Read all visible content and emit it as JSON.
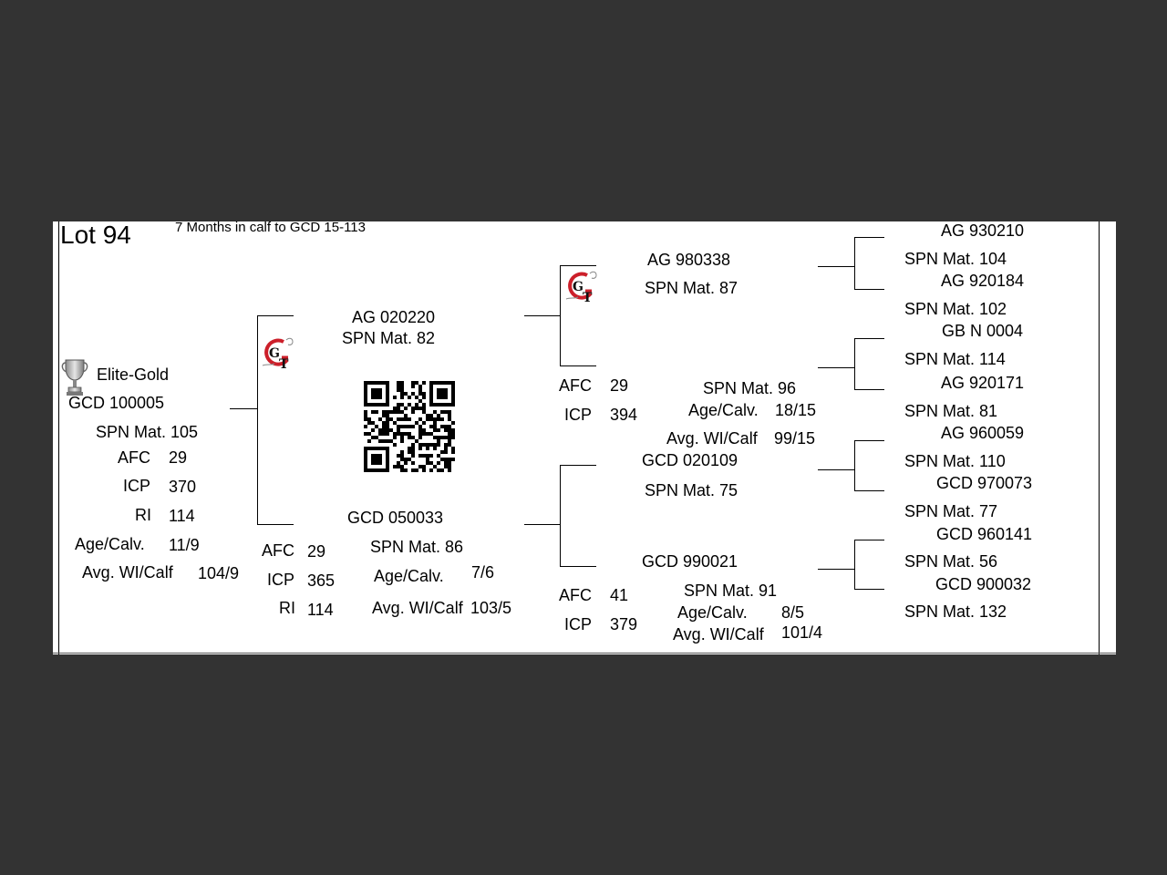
{
  "header": {
    "lot": "Lot 94",
    "note": "7 Months in calf to GCD 15-113"
  },
  "subject": {
    "badge": "Elite-Gold",
    "id": "GCD 100005",
    "spn": "SPN Mat. 105",
    "afc_label": "AFC",
    "afc": "29",
    "icp_label": "ICP",
    "icp": "370",
    "ri_label": "RI",
    "ri": "114",
    "agecalv_label": "Age/Calv.",
    "agecalv": "11/9",
    "avgwi_label": "Avg. WI/Calf",
    "avgwi": "104/9"
  },
  "sire": {
    "id": "AG  020220",
    "spn": "SPN Mat. 82"
  },
  "dam": {
    "id": "GCD 050033",
    "afc_label": "AFC",
    "afc": "29",
    "icp_label": "ICP",
    "icp": "365",
    "ri_label": "RI",
    "ri": "114",
    "spn": "SPN Mat. 86",
    "agecalv_label": "Age/Calv.",
    "agecalv": "7/6",
    "avgwi_label": "Avg. WI/Calf",
    "avgwi": "103/5"
  },
  "sire_sire": {
    "id": "AG  980338",
    "spn": "SPN Mat. 87"
  },
  "sire_dam": {
    "afc_label": "AFC",
    "afc": "29",
    "icp_label": "ICP",
    "icp": "394",
    "spn": "SPN Mat. 96",
    "agecalv_label": "Age/Calv.",
    "agecalv": "18/15",
    "avgwi_label": "Avg. WI/Calf",
    "avgwi": "99/15"
  },
  "dam_sire": {
    "id": "GCD 020109",
    "spn": "SPN Mat. 75"
  },
  "dam_dam": {
    "id": "GCD 990021",
    "afc_label": "AFC",
    "afc": "41",
    "icp_label": "ICP",
    "icp": "379",
    "spn": "SPN Mat. 91",
    "agecalv_label": "Age/Calv.",
    "agecalv": "8/5",
    "avgwi_label": "Avg. WI/Calf",
    "avgwi": "101/4"
  },
  "gen3": [
    {
      "id": "AG  930210",
      "spn": "SPN Mat. 104"
    },
    {
      "id": "AG  920184",
      "spn": "SPN Mat. 102"
    },
    {
      "id": "GB  N 0004",
      "spn": "SPN Mat. 114"
    },
    {
      "id": "AG  920171",
      "spn": "SPN Mat. 81"
    },
    {
      "id": "AG  960059",
      "spn": "SPN Mat. 110"
    },
    {
      "id": "GCD 970073",
      "spn": "SPN Mat. 77"
    },
    {
      "id": "GCD 960141",
      "spn": "SPN Mat. 56"
    },
    {
      "id": "GCD 900032",
      "spn": "SPN Mat. 132"
    }
  ],
  "icons": {
    "trophy": "trophy-icon",
    "breeder_logo": "gt-logo",
    "qr": "qr-code"
  },
  "colors": {
    "frame": "#333333",
    "logo_red": "#cc1f2a"
  }
}
